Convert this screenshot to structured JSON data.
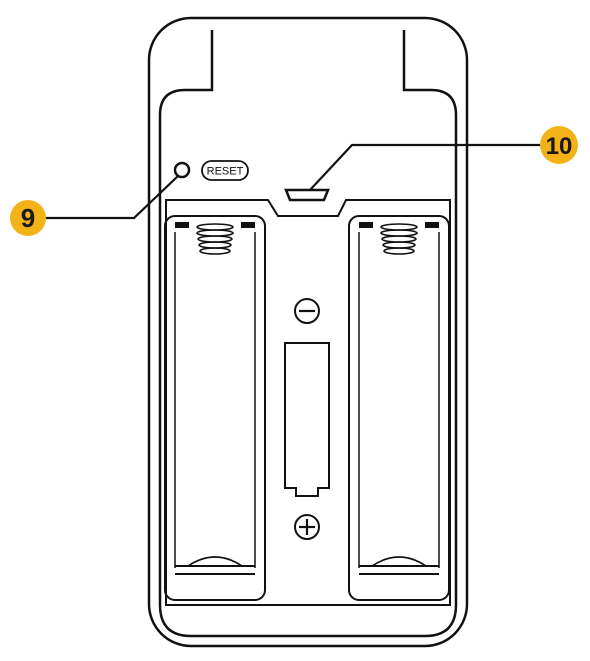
{
  "diagram": {
    "reset_label": "RESET",
    "minus_symbol": "−",
    "plus_symbol": "+",
    "callouts": [
      {
        "number": "9",
        "target": "reset-hole"
      },
      {
        "number": "10",
        "target": "micro-usb-port"
      }
    ]
  },
  "colors": {
    "line": "#111111",
    "callout_fill": "#f2b218",
    "callout_text": "#1a1a1a",
    "background": "#ffffff"
  }
}
